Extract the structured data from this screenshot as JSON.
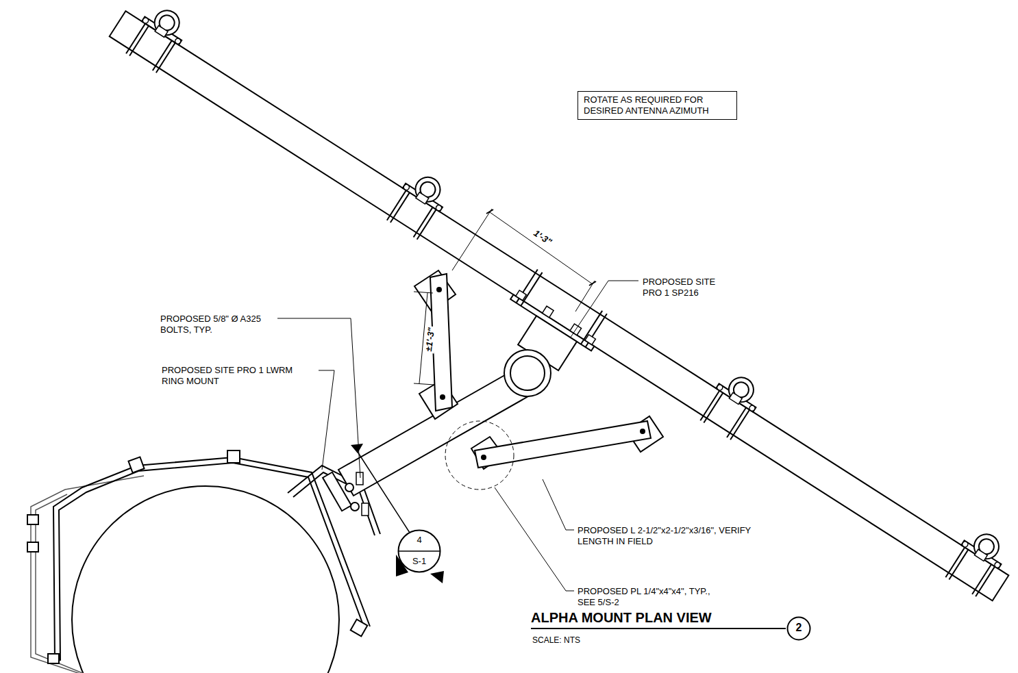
{
  "diagram": {
    "title": "ALPHA MOUNT PLAN VIEW",
    "caption": "SCALE: NTS",
    "nodes": [
      {
        "text": [
          "ROTATE AS REQUIRED FOR DESIRED ANTENNA AZIMUTH"
        ]
      },
      {
        "text": [
          "4",
          "S-1"
        ]
      },
      {
        "text": [
          "2"
        ]
      }
    ],
    "labels": [
      "1'-3\"",
      "±1'-3\"",
      "PROPOSED SITE PRO 1 SP216",
      "PROPOSED 5/8\" Ø A325 BOLTS, TYP.",
      "PROPOSED SITE PRO 1 LWRM RING MOUNT",
      "PROPOSED L 2-1/2\"x2-1/2\"x3/16\", VERIFY LENGTH IN FIELD",
      "PROPOSED PL 1/4\"x4\"x4\", TYP., SEE 5/S-2"
    ]
  }
}
